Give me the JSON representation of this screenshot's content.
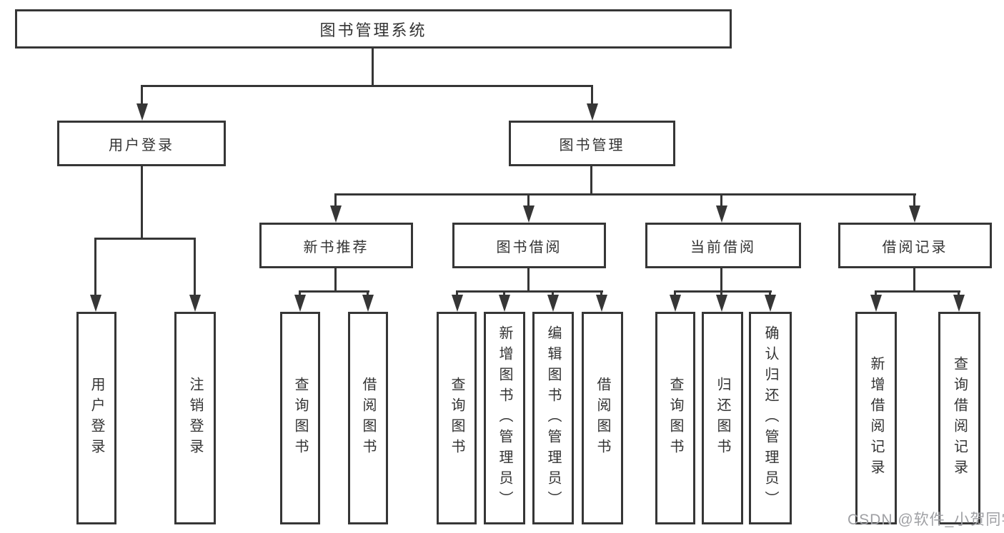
{
  "diagram": {
    "type": "hierarchy-tree",
    "watermark": "CSDN @软件_小贺同学",
    "colors": {
      "background": "#ffffff",
      "line": "#363636",
      "box_border": "#363636",
      "text": "#333333",
      "watermark": "#9fa0a4"
    },
    "tree": {
      "root": "图书管理系统",
      "children": [
        {
          "label": "用户登录",
          "children": [
            "用户登录",
            "注销登录"
          ]
        },
        {
          "label": "图书管理",
          "children": [
            {
              "label": "新书推荐",
              "children": [
                "查询图书",
                "借阅图书"
              ]
            },
            {
              "label": "图书借阅",
              "children": [
                "查询图书",
                "新增图书（管理员）",
                "编辑图书（管理员）",
                "借阅图书"
              ]
            },
            {
              "label": "当前借阅",
              "children": [
                "查询图书",
                "归还图书",
                "确认归还（管理员）"
              ]
            },
            {
              "label": "借阅记录",
              "children": [
                "新增借阅记录",
                "查询借阅记录"
              ]
            }
          ]
        }
      ]
    }
  }
}
